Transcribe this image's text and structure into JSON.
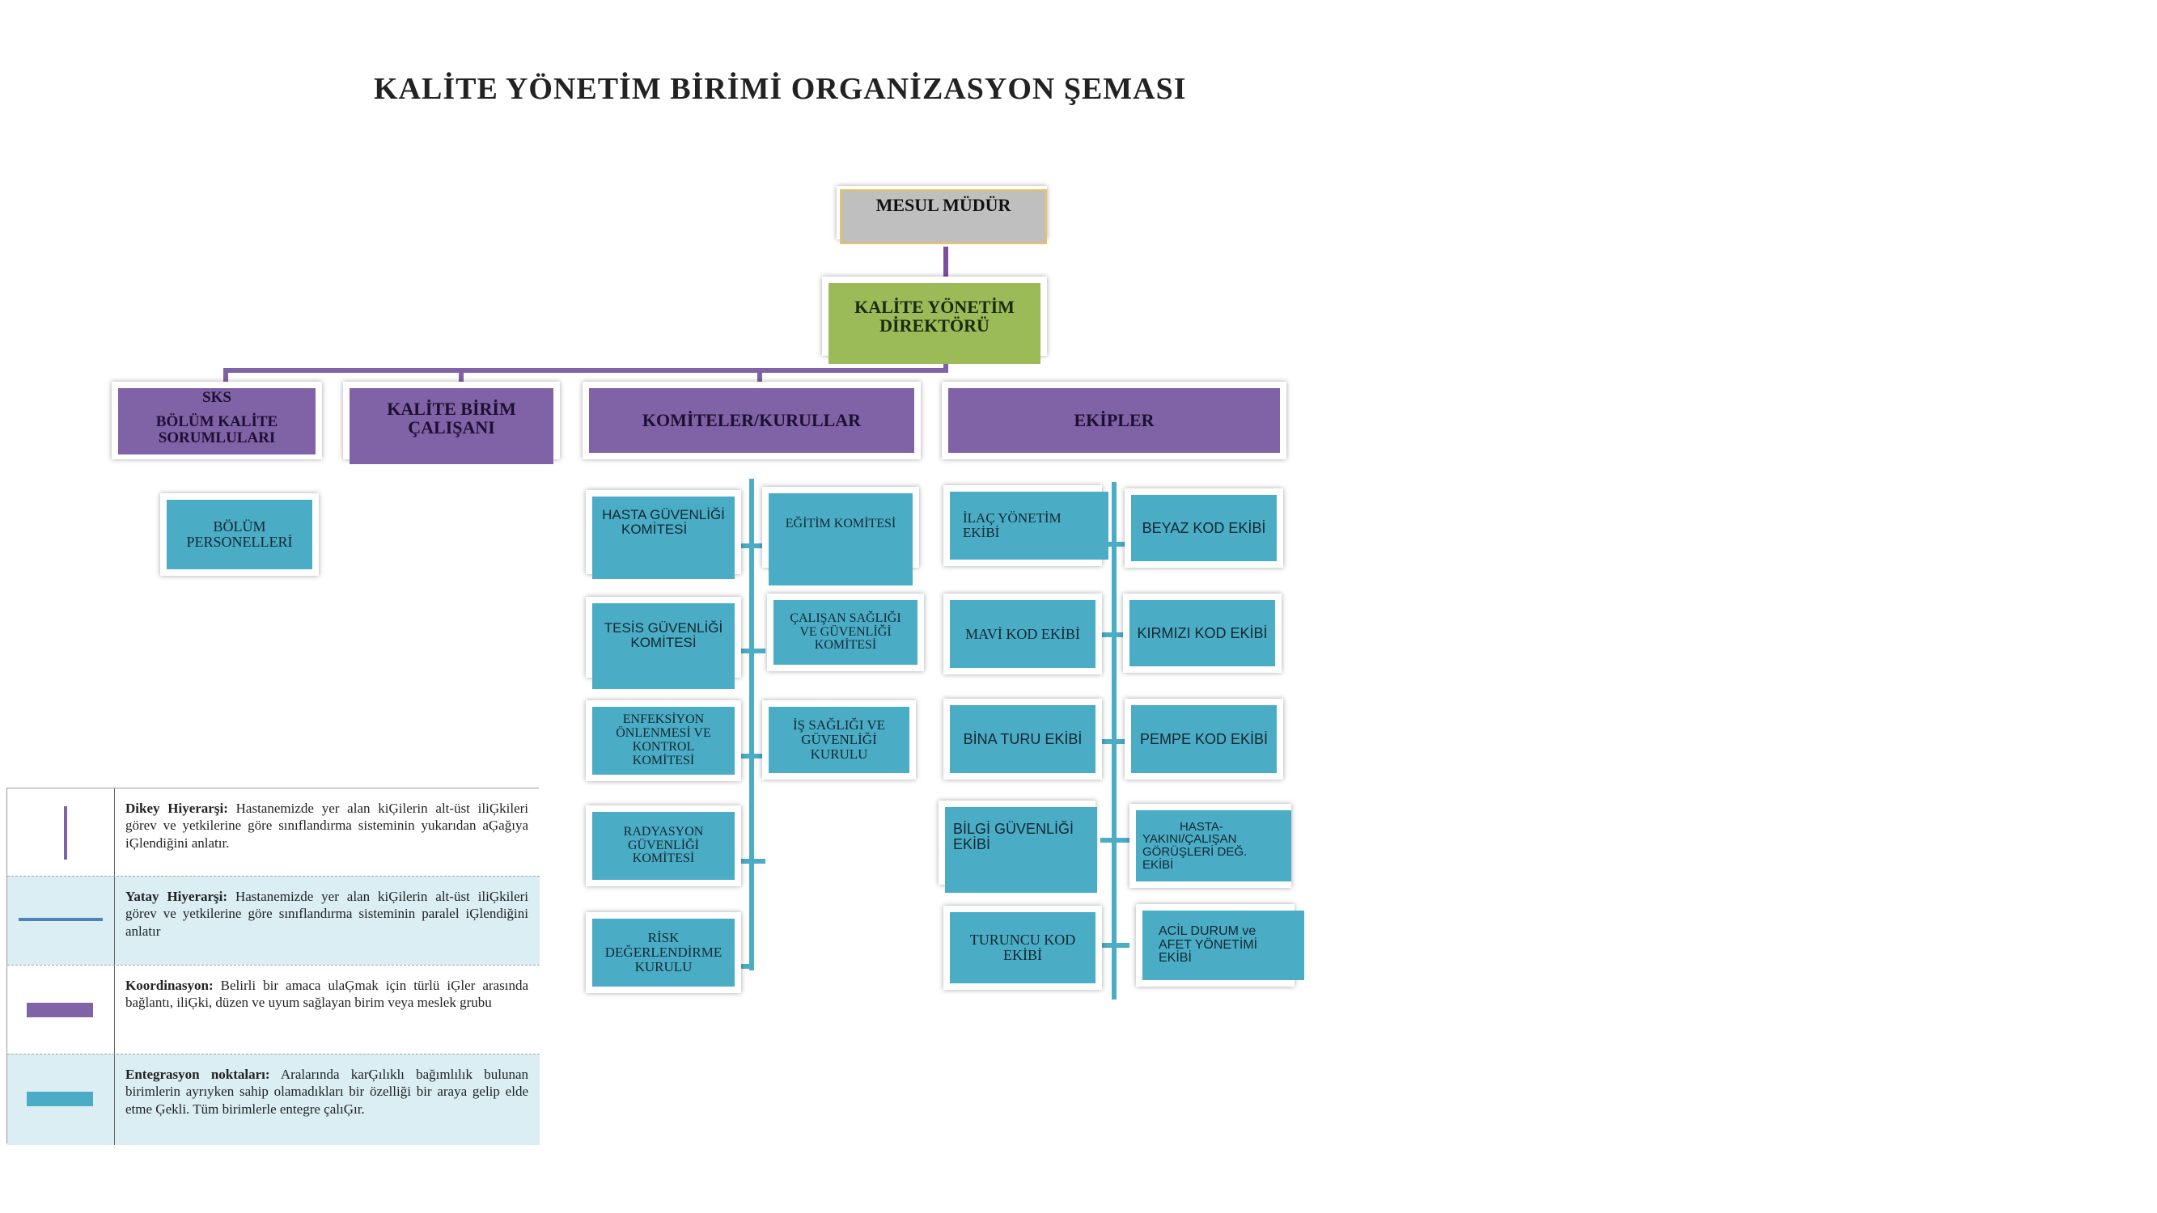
{
  "title": "KALİTE YÖNETİM BİRİMİ ORGANİZASYON ŞEMASI",
  "colors": {
    "purple": "#8062A6",
    "teal": "#4BACC6",
    "green": "#9BBB59",
    "gray": "#BFBFBF",
    "connector_purple": "#7B4F9E",
    "connector_teal": "#4BACC6",
    "legend_blue": "#4F81BD"
  },
  "nodes": {
    "mesul_mudur": "MESUL  MÜDÜR",
    "director_line1": "KALİTE YÖNETİM",
    "director_line2": "DİREKTÖRÜ",
    "sks_line1": "SKS",
    "sks_line2": "BÖLÜM KALİTE",
    "sks_line3": "SORUMLULARI",
    "kalite_birim_line1": "KALİTE BİRİM",
    "kalite_birim_line2": "ÇALIŞANI",
    "komiteler": "KOMİTELER/KURULLAR",
    "ekipler": "EKİPLER",
    "bolum_personelleri_line1": "BÖLÜM",
    "bolum_personelleri_line2": "PERSONELLERİ"
  },
  "committees": {
    "hasta_guvenligi_line1": "HASTA  GÜVENLİĞİ",
    "hasta_guvenligi_line2": "KOMİTESİ",
    "egitim": "EĞİTİM KOMİTESİ",
    "tesis_line1": "TESİS GÜVENLİĞİ",
    "tesis_line2": "KOMİTESİ",
    "calisan_line1": "ÇALIŞAN SAĞLIĞI",
    "calisan_line2": "VE GÜVENLİĞİ",
    "calisan_line3": "KOMİTESİ",
    "enfeksiyon_line1": "ENFEKSİYON",
    "enfeksiyon_line2": "ÖNLENMESİ VE",
    "enfeksiyon_line3": "KONTROL",
    "enfeksiyon_line4": "KOMİTESİ",
    "is_sagligi_line1": "İŞ SAĞLIĞI VE",
    "is_sagligi_line2": "GÜVENLİĞİ",
    "is_sagligi_line3": "KURULU",
    "radyasyon_line1": "RADYASYON",
    "radyasyon_line2": "GÜVENLİĞİ",
    "radyasyon_line3": "KOMİTESİ",
    "risk_line1": "RİSK",
    "risk_line2": "DEĞERLENDİRME",
    "risk_line3": "KURULU"
  },
  "teams": {
    "ilac_line1": "İLAÇ YÖNETİM",
    "ilac_line2": "EKİBİ",
    "beyaz": "BEYAZ KOD EKİBİ",
    "mavi": "MAVİ KOD EKİBİ",
    "kirmizi": "KIRMIZI KOD EKİBİ",
    "bina": "BİNA TURU EKİBİ",
    "pembe": "PEMPE KOD EKİBİ",
    "bilgi_line1": "BİLGİ GÜVENLİĞİ",
    "bilgi_line2": "EKİBİ",
    "hasta_yakini_line1": "HASTA-",
    "hasta_yakini_line2": "YAKINI/ÇALIŞAN",
    "hasta_yakini_line3": "GÖRÜŞLERİ DEĞ.",
    "hasta_yakini_line4": "EKİBİ",
    "turuncu_line1": "TURUNCU KOD",
    "turuncu_line2": "EKİBİ",
    "acil_line1": "ACİL DURUM ve",
    "acil_line2": "AFET YÖNETİMİ",
    "acil_line3": "EKİBİ"
  },
  "legend": [
    {
      "term": "Dikey Hiyerarşi:",
      "text": "Hastanemizde yer alan kiĢilerin alt-üst iliĢkileri görev ve yetkilerine göre sınıflandırma sisteminin yukarıdan aĢağıya iĢlendiğini anlatır.",
      "symbol": "vertical-line"
    },
    {
      "term": "Yatay Hiyerarşi:",
      "text": "Hastanemizde yer alan kiĢilerin alt-üst iliĢkileri görev ve yetkilerine göre sınıflandırma sisteminin paralel iĢlendiğini anlatır",
      "symbol": "horizontal-line"
    },
    {
      "term": "Koordinasyon:",
      "text": "Belirli bir amaca ulaĢmak için türlü iĢler arasında bağlantı, iliĢki, düzen ve uyum sağlayan birim veya meslek grubu",
      "symbol": "purple-box"
    },
    {
      "term": "Entegrasyon noktaları:",
      "text": "Aralarında karĢılıklı bağımlılık bulunan birimlerin ayrıyken sahip olamadıkları bir özelliği bir araya gelip elde etme Ģekli. Tüm birimlerle entegre çalıĢır.",
      "symbol": "teal-box"
    }
  ]
}
